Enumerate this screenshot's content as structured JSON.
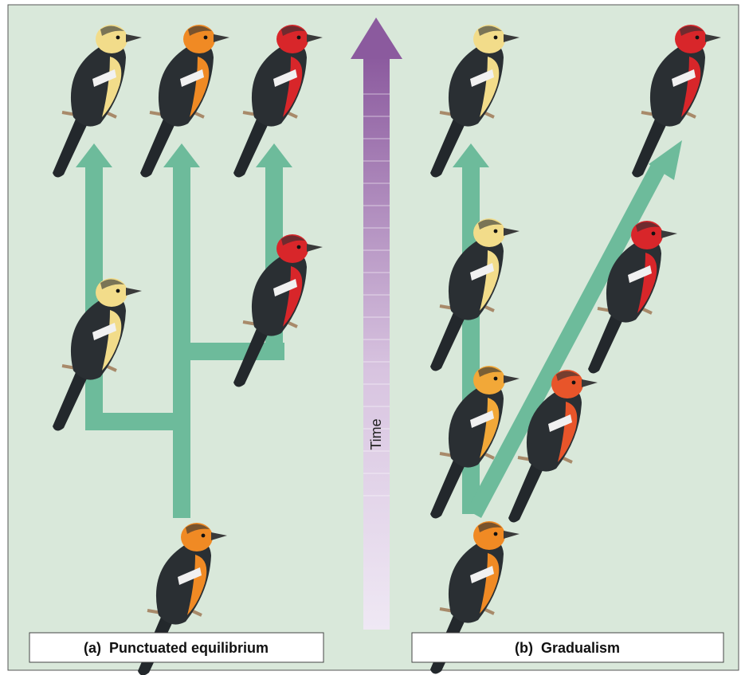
{
  "panel_a": {
    "caption": "(a)  Punctuated equilibrium"
  },
  "panel_b": {
    "caption": "(b)  Gradualism"
  },
  "time_axis": {
    "label": "Time"
  },
  "colors": {
    "background": "#d9e8da",
    "branch": "#6dbb9b",
    "time_arrow_top": "#8b5a9e",
    "time_arrow_bottom": "#efe8f4",
    "bird_body": "#2a2f33",
    "head_yellow": "#f2dc8a",
    "head_orange": "#f08a24",
    "head_red": "#d8262a",
    "head_orange_red": "#e8552a",
    "perch": "#a88a6a"
  }
}
